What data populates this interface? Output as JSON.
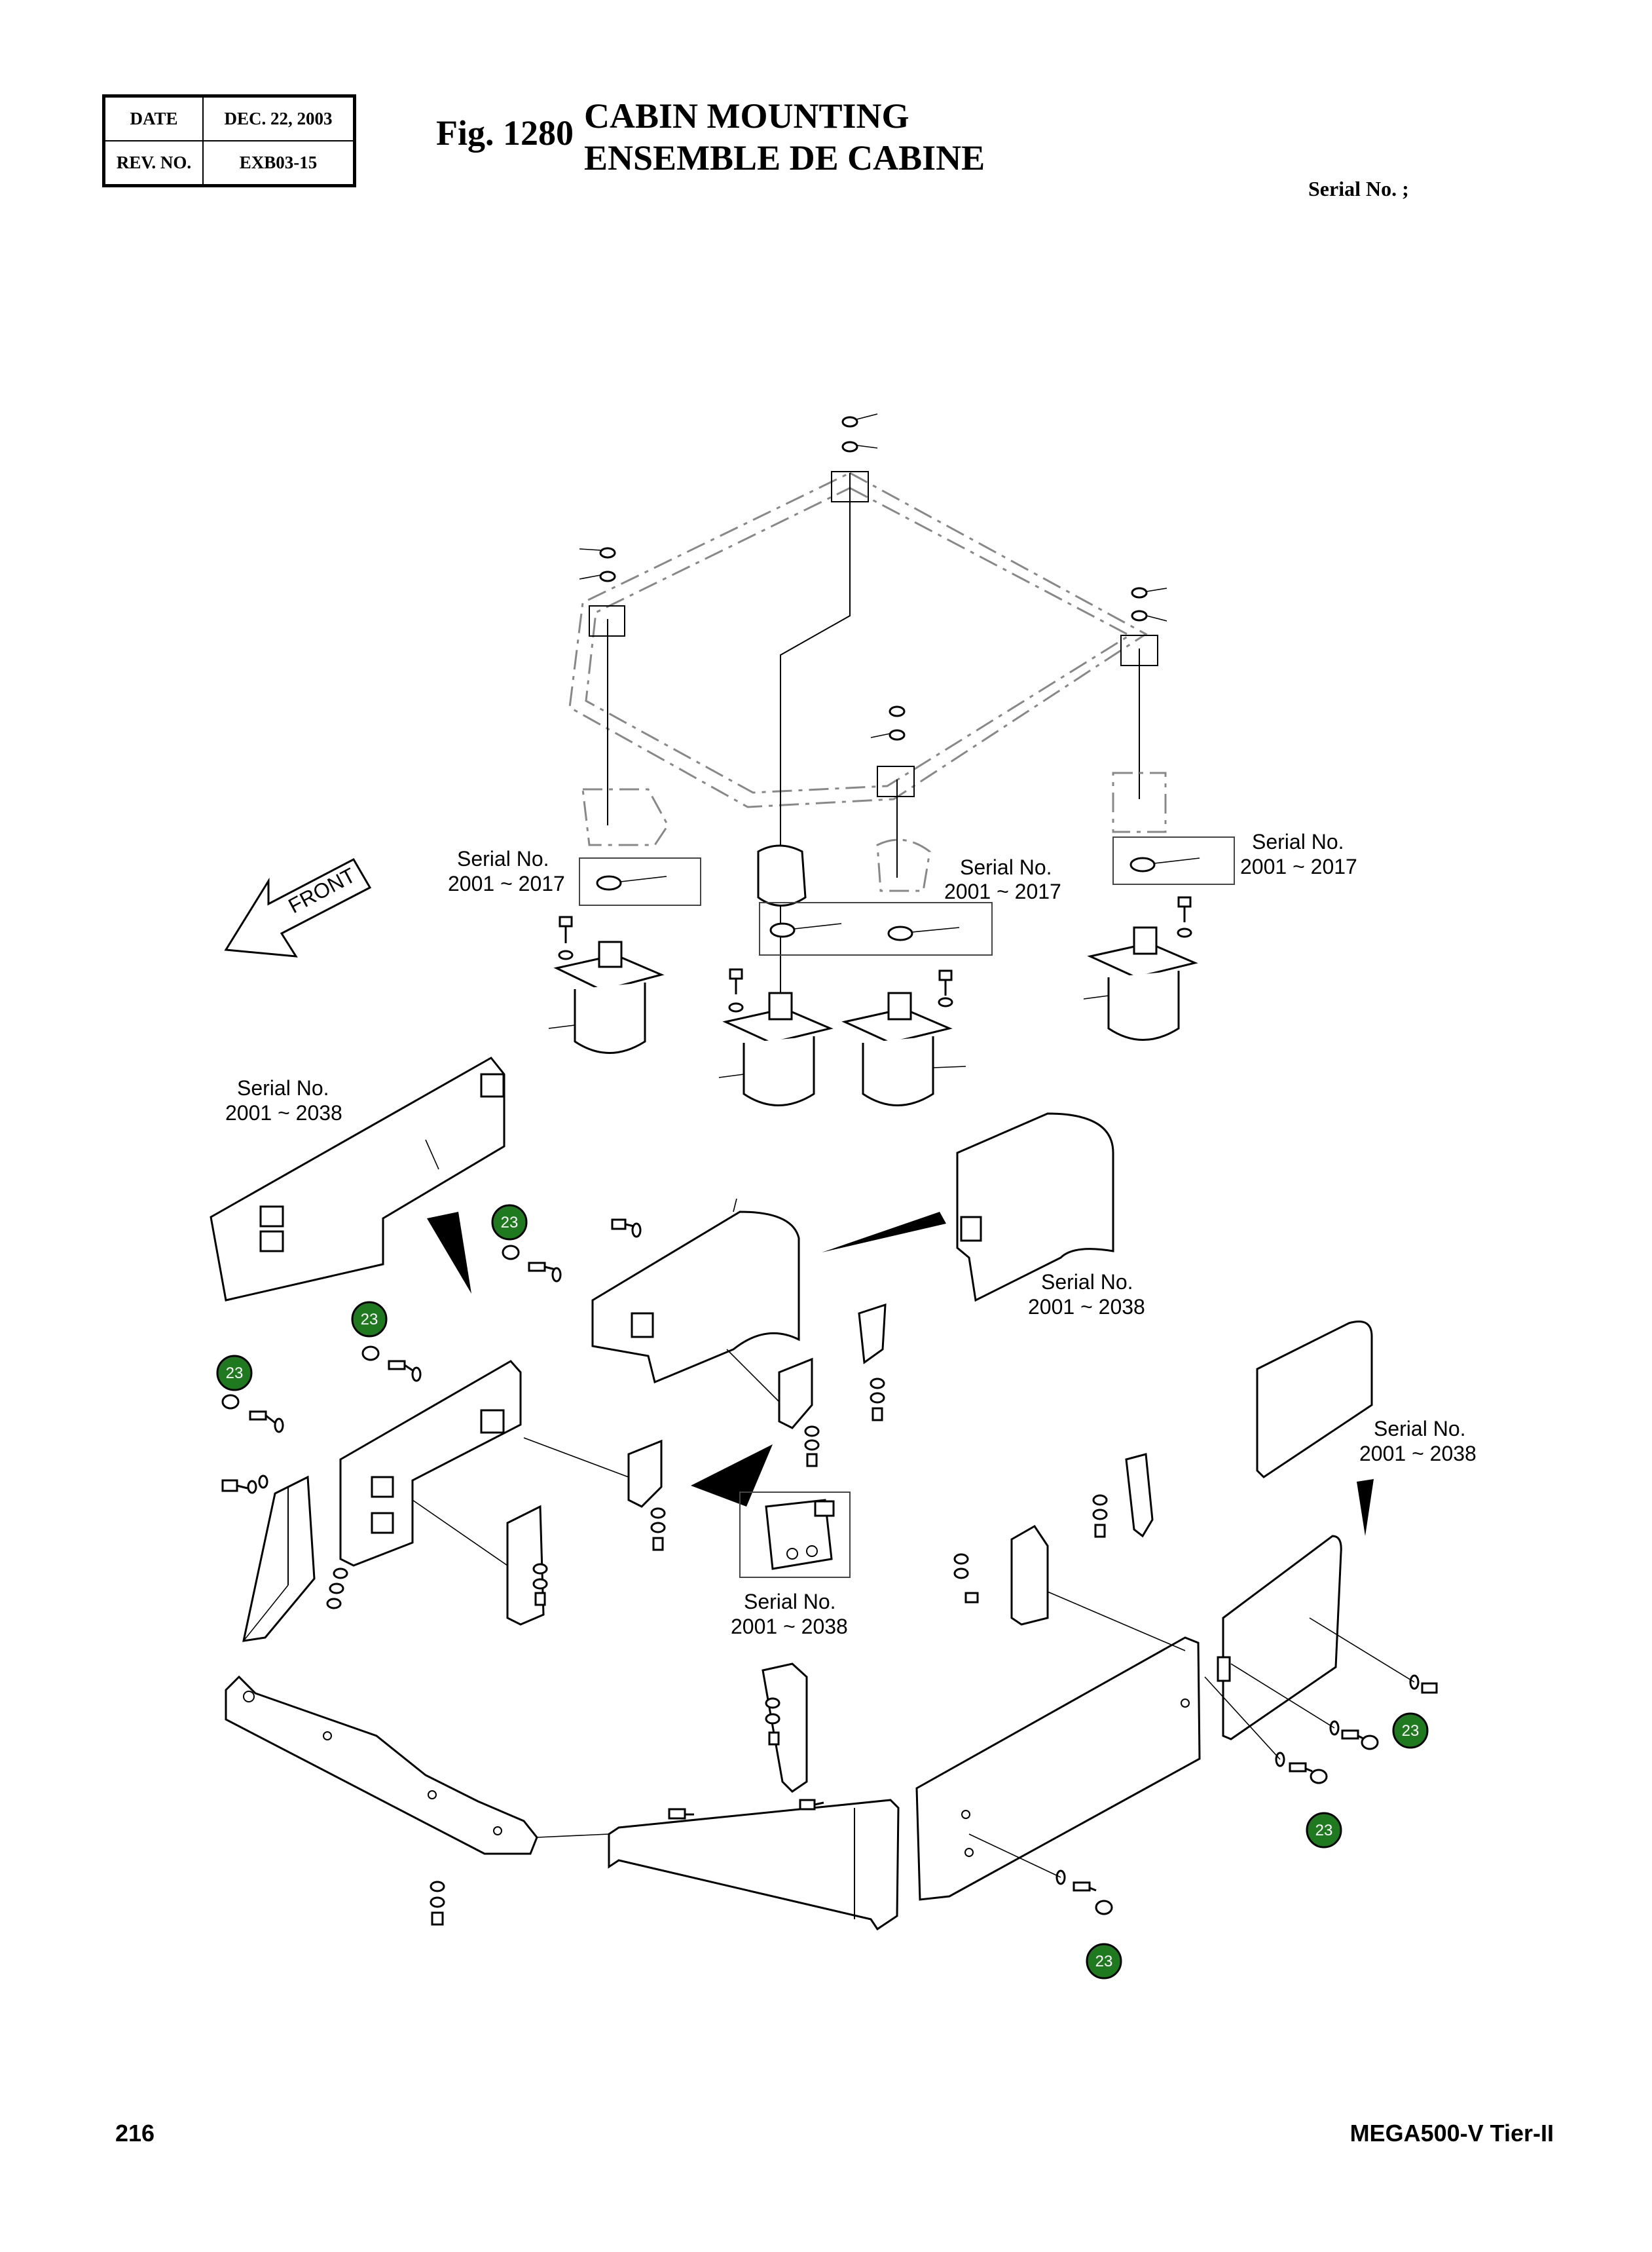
{
  "header": {
    "date_label": "DATE",
    "date_value": "DEC. 22, 2003",
    "rev_label": "REV. NO.",
    "rev_value": "EXB03-15",
    "fig_number": "Fig. 1280",
    "title_en": "CABIN MOUNTING",
    "title_fr": "ENSEMBLE DE CABINE",
    "serial_header": "Serial No. ;"
  },
  "diagram": {
    "front_label": "FRONT",
    "serial_notes": [
      {
        "title": "Serial No.",
        "range": "2001 ~ 2017"
      },
      {
        "title": "Serial No.",
        "range": "2001 ~ 2017"
      },
      {
        "title": "Serial No.",
        "range": "2001 ~ 2017"
      },
      {
        "title": "Serial No.",
        "range": "2001 ~ 2038"
      },
      {
        "title": "Serial No.",
        "range": "2001 ~ 2038"
      },
      {
        "title": "Serial No.",
        "range": "2001 ~ 2038"
      },
      {
        "title": "Serial No.",
        "range": "2001 ~ 2038"
      }
    ],
    "callouts": [
      "23",
      "23",
      "23",
      "23",
      "23",
      "23"
    ],
    "callout_color": "#1f7a1f"
  },
  "footer": {
    "page_number": "216",
    "model": "MEGA500-V Tier-II"
  }
}
